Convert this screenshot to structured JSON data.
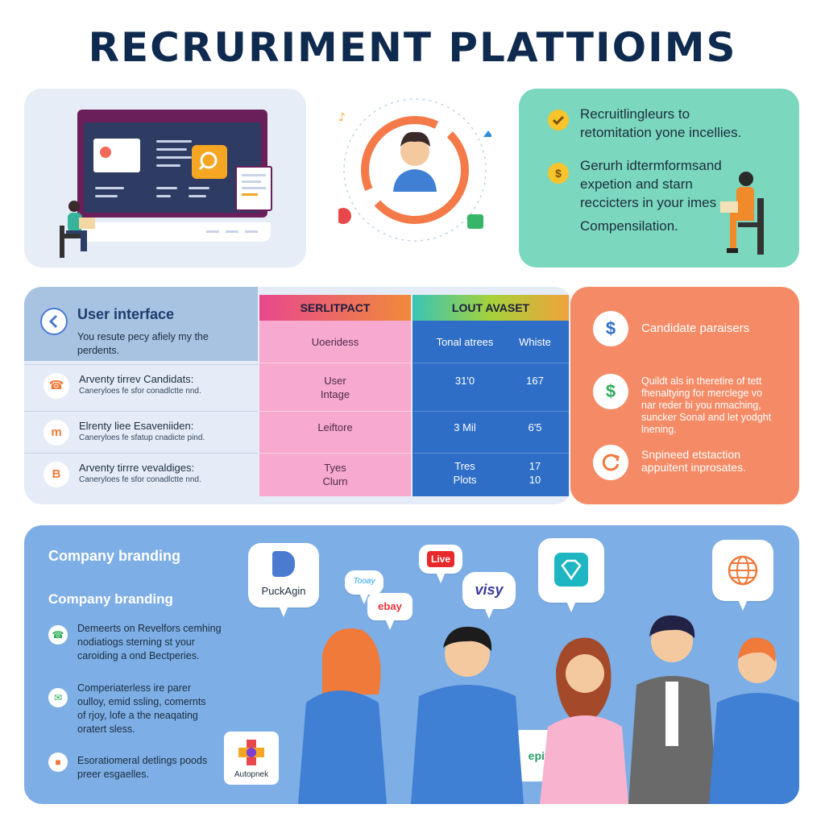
{
  "title": "RECRURIMENT PLATTIOIMS",
  "top_right": {
    "item1": [
      "Recruitlingleurs to",
      "retomitation yone incellies."
    ],
    "item2": [
      "Gerurh idtermformsand",
      "expetion and starn",
      "reccicters in your imes",
      "Compensilation."
    ],
    "coin_symbol": "$"
  },
  "interface": {
    "title": "User interface",
    "subtitle": [
      "You resute pecy afiely my the",
      "perdents."
    ],
    "rows": [
      {
        "icon": "☎",
        "title": "Arventy tirrev Candidats:",
        "sub": "Caneryloes fe sfor conadlctte nnd."
      },
      {
        "icon": "m",
        "title": "Elrenty liee Esaveniiden:",
        "sub": "Caneryloes fe sfatup cnadicte pind."
      },
      {
        "icon": "B",
        "title": "Arventy tirrre vevaldiges:",
        "sub": "Caneryloes fe sfor conadlctte nnd."
      }
    ]
  },
  "pink_column": {
    "header": "SERLITPACT",
    "cells": [
      [
        "Uoeridess"
      ],
      [
        "User",
        "Intage"
      ],
      [
        "Leiftore"
      ],
      [
        "Tyes",
        "Clurn"
      ]
    ]
  },
  "blue_column": {
    "header": "LOUT AVASET",
    "col_headers": [
      "Tonal atrees",
      "Whiste"
    ],
    "rows": [
      [
        "31'0",
        "167"
      ],
      [
        "3 Mil",
        "6'5"
      ],
      [
        "Tres",
        "17"
      ],
      [
        "Plots",
        "10"
      ]
    ]
  },
  "candidate": {
    "title": "Candidate paraisers",
    "item2": [
      "Quildt als in theretire of tett",
      "fhenaltying for merclege vo",
      "nar reder bi you nmaching,",
      "suncker Sonal and let yodght",
      "lnening."
    ],
    "item3": [
      "Snpineed etstaction",
      "appuitent inprosates."
    ],
    "symbol": "$"
  },
  "branding": {
    "head1": "Company branding",
    "head2": "Company branding",
    "items": [
      [
        "Demeerts on Revelfors cemhing",
        "nodiatiogs sterning st your",
        "caroiding a ond Bectperies."
      ],
      [
        "Comperiaterless ire parer",
        "oulloy, emid ssling, comernts",
        "of rjoy, lofe a the neaqating",
        "oratert sless."
      ],
      [
        "Esoratiomeral detlings poods",
        "preer esgaelles."
      ]
    ]
  },
  "logos": {
    "puckagin": "PuckAgin",
    "twitter": "Tooay",
    "live": "Live",
    "ebay": "ebay",
    "visy": "visy",
    "epit": "epit5",
    "autopnek": "Autopnek"
  },
  "colors": {
    "title": "#0f2a4f",
    "green_panel": "#7bd7bd",
    "orange_panel": "#f58b66",
    "pink": "#f8a9cf",
    "blue": "#2f6ec6",
    "bottom_panel": "#7daee5"
  }
}
